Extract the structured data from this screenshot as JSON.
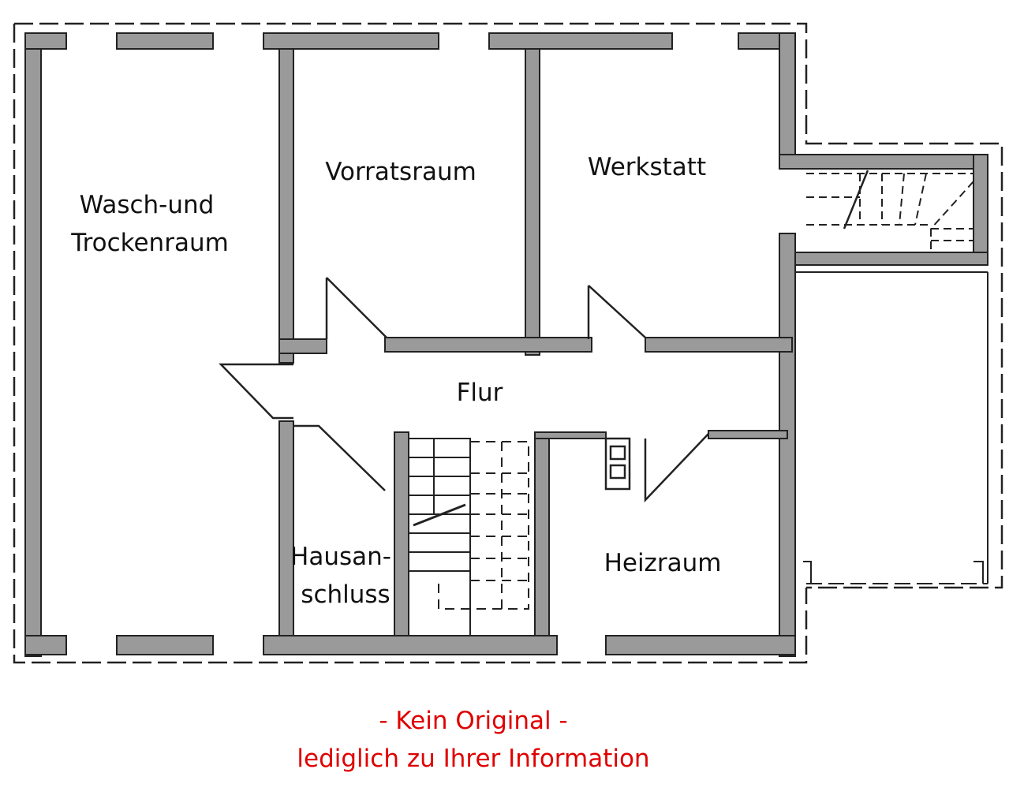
{
  "rooms": {
    "wasch": {
      "line1": "Wasch-und",
      "line2": "Trockenraum"
    },
    "vorrat": "Vorratsraum",
    "werkstatt": "Werkstatt",
    "flur": "Flur",
    "hausan": {
      "line1": "Hausan-",
      "line2": "schluss"
    },
    "heiz": "Heizraum"
  },
  "notice": {
    "line1": "- Kein Original -",
    "line2": "lediglich zu Ihrer Information"
  },
  "colors": {
    "wall_fill": "#9a9a9a",
    "wall_stroke": "#222222",
    "notice": "#e00000"
  }
}
